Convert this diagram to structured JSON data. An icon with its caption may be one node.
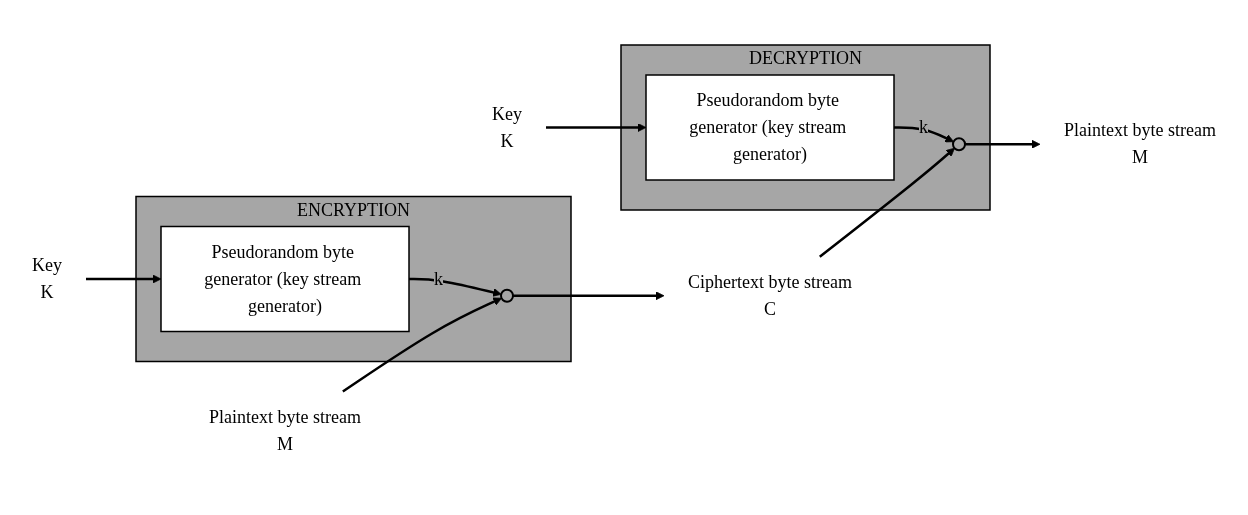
{
  "diagram": {
    "nodes": [
      {
        "text": [
          "Key",
          "K"
        ]
      },
      {
        "text": [
          "ENCRYPTION"
        ]
      },
      {
        "text": [
          "Pseudorandom byte generator (key stream generator)"
        ],
        "in": 1
      },
      {
        "text": [],
        "shape": "circle",
        "in": 1
      },
      {
        "text": [
          "Plaintext byte stream",
          "M"
        ]
      },
      {
        "text": [
          "Ciphertext byte stream",
          "C"
        ]
      },
      {
        "text": [
          "Key",
          "K"
        ]
      },
      {
        "text": [
          "DECRYPTION"
        ]
      },
      {
        "text": [
          "Pseudorandom byte generator (key stream generator)"
        ],
        "in": 7
      },
      {
        "text": [],
        "shape": "circle",
        "in": 7
      },
      {
        "text": [
          "Plaintext byte stream",
          "M"
        ]
      }
    ],
    "edges": [
      {
        "from": 0,
        "to": 2,
        "arrow": "to"
      },
      {
        "from": 2,
        "to": 3,
        "label": "k",
        "arrow": "to"
      },
      {
        "from": 4,
        "to": 3,
        "arrow": "to"
      },
      {
        "from": 3,
        "to": 5,
        "arrow": "to"
      },
      {
        "from": 6,
        "to": 8,
        "arrow": "to"
      },
      {
        "from": 8,
        "to": 9,
        "label": "k",
        "arrow": "to"
      },
      {
        "from": 5,
        "to": 9,
        "arrow": "to"
      },
      {
        "from": 9,
        "to": 10,
        "arrow": "to"
      }
    ]
  }
}
